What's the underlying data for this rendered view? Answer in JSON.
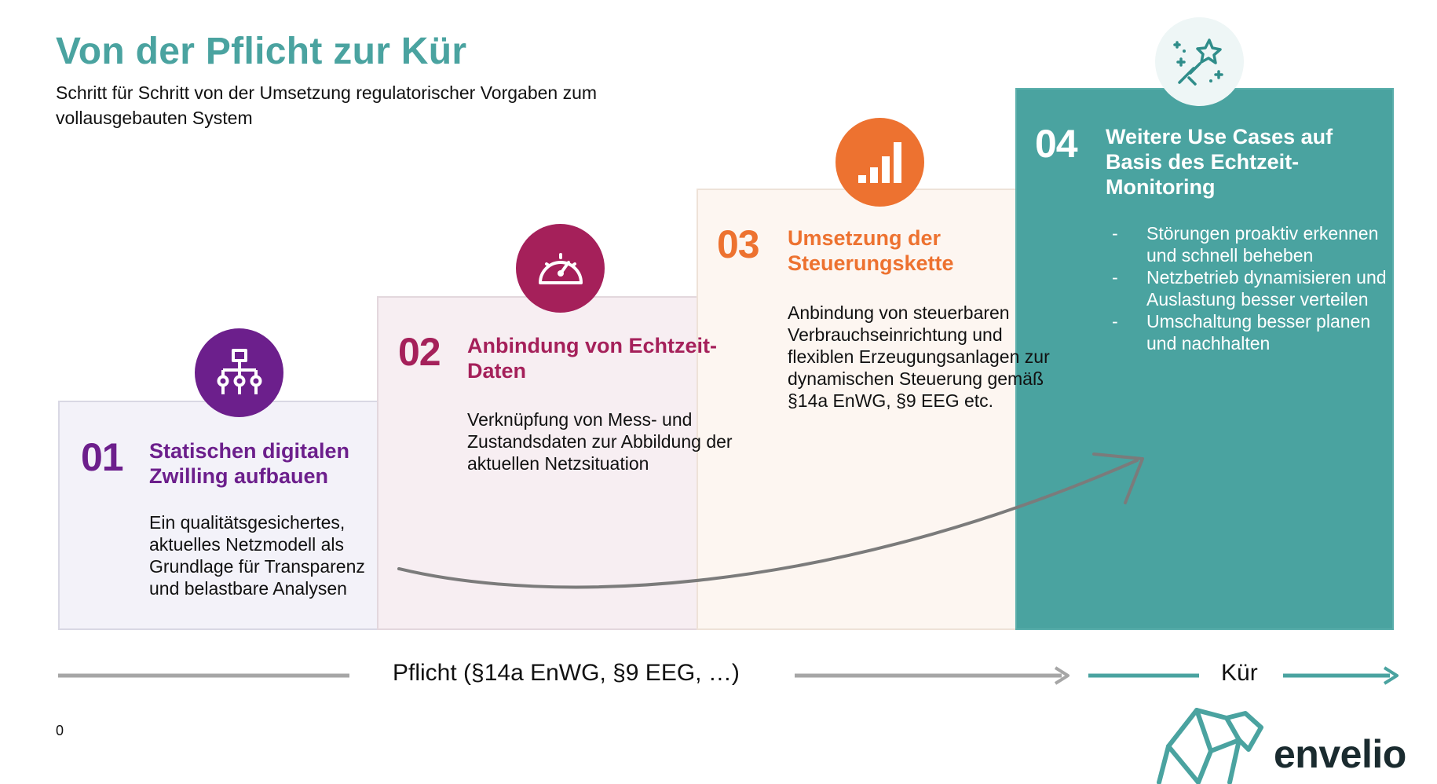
{
  "title": "Von der Pflicht zur Kür",
  "subtitle": "Schritt für Schritt von der Umsetzung regulatorischer Vorgaben zum vollausgebauten System",
  "steps": [
    {
      "number": "01",
      "heading": "Statischen digitalen Zwilling aufbauen",
      "text": "Ein qualitätsgesichertes, aktuelles Netzmodell als Grundlage für Transparenz und belastbare Analysen",
      "icon": "hierarchy-icon",
      "color": "#6c1f8c"
    },
    {
      "number": "02",
      "heading": "Anbindung von Echtzeit-Daten",
      "text": "Verknüpfung von Mess- und Zustandsdaten zur Abbildung der aktuellen Netzsituation",
      "icon": "gauge-icon",
      "color": "#a5205a"
    },
    {
      "number": "03",
      "heading": "Umsetzung der Steuerungskette",
      "text": "Anbindung von steuerbaren Verbrauchseinrichtung und flexiblen Erzeugungsanlagen zur dynamischen Steuerung gemäß §14a EnWG, §9 EEG etc.",
      "icon": "bar-chart-icon",
      "color": "#ed7230"
    },
    {
      "number": "04",
      "heading": "Weitere Use Cases auf Basis des Echtzeit-Monitoring",
      "icon": "magic-wand-icon",
      "color": "#4aa3a0",
      "bullets": [
        {
          "dash": "-",
          "text": "Störungen proaktiv erkennen und schnell beheben"
        },
        {
          "dash": "-",
          "text": "Netzbetrieb dynamisieren und Auslastung besser verteilen"
        },
        {
          "dash": "-",
          "text": "Umschaltung besser planen und nachhalten"
        }
      ]
    }
  ],
  "axis": {
    "pflicht_label": "Pflicht (§14a EnWG, §9 EEG, …)",
    "kuer_label": "Kür"
  },
  "page_number": "0",
  "brand": {
    "name": "envelio",
    "logo_icon": "elephant-logo-icon"
  }
}
